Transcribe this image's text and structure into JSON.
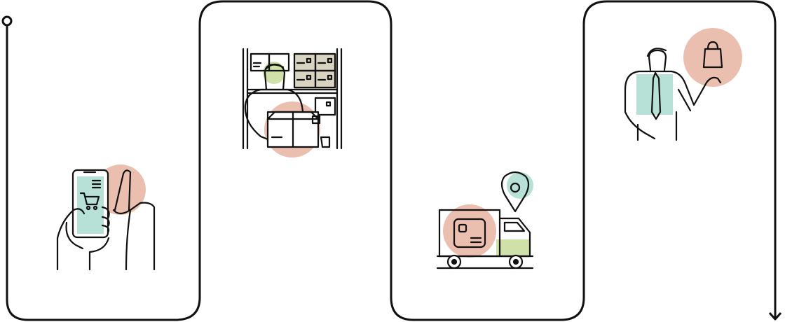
{
  "process_flow": {
    "steps": [
      {
        "id": "order-online",
        "icon": "smartphone-shopping-icon"
      },
      {
        "id": "warehouse-packing",
        "icon": "warehouse-worker-icon"
      },
      {
        "id": "truck-delivery",
        "icon": "delivery-truck-icon"
      },
      {
        "id": "customer-receives",
        "icon": "customer-with-bag-icon"
      }
    ]
  },
  "colors": {
    "line": "#111111",
    "accent_pink": "#ebbfb0",
    "accent_teal": "#b7e0d6",
    "accent_green": "#cfe0a8",
    "accent_beige": "#d9d3c2",
    "background": "#ffffff"
  }
}
